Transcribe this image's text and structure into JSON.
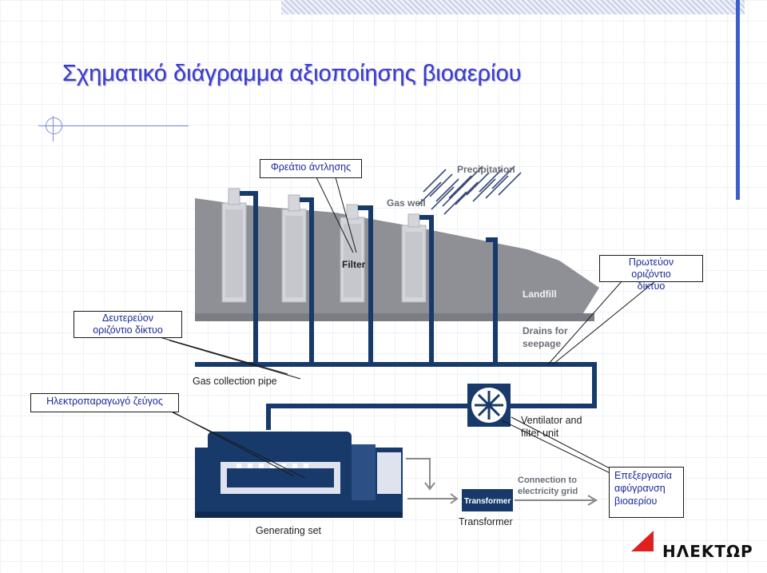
{
  "title": "Σχηματικό διάγραμμα αξιοποίησης βιοαερίου",
  "callouts": {
    "pump_well": "Φρεάτιο άντλησης",
    "primary_network": "Πρωτεύον οριζόντιο δίκτυο",
    "secondary_network": "Δευτερεύον οριζόντιο δίκτυο",
    "generator_set": "Ηλεκτροπαραγωγό ζεύγος",
    "processing": "Επεξεργασία αφύγρανση βιοαερίου"
  },
  "labels": {
    "gas_collection_pipe": "Gas collection pipe",
    "ventilator": "Ventilator and filter unit",
    "generating_set": "Generating set",
    "transformer": "Transformer"
  },
  "diagram_text": {
    "precipitation": "Precipitation",
    "gas_well": "Gas well",
    "filter": "Filter",
    "landfill": "Landfill",
    "drains": "Drains for seepage",
    "connection": "Connection to electricity grid",
    "transformer_box": "Transformer"
  },
  "logo": {
    "text": "ΗΛΕΚΤΩΡ",
    "accent": "#e02020"
  },
  "colors": {
    "title": "#3a3ad2",
    "pipe": "#173a6b",
    "landfill": "#8e9096",
    "callout_text": "#1a2a9a"
  }
}
